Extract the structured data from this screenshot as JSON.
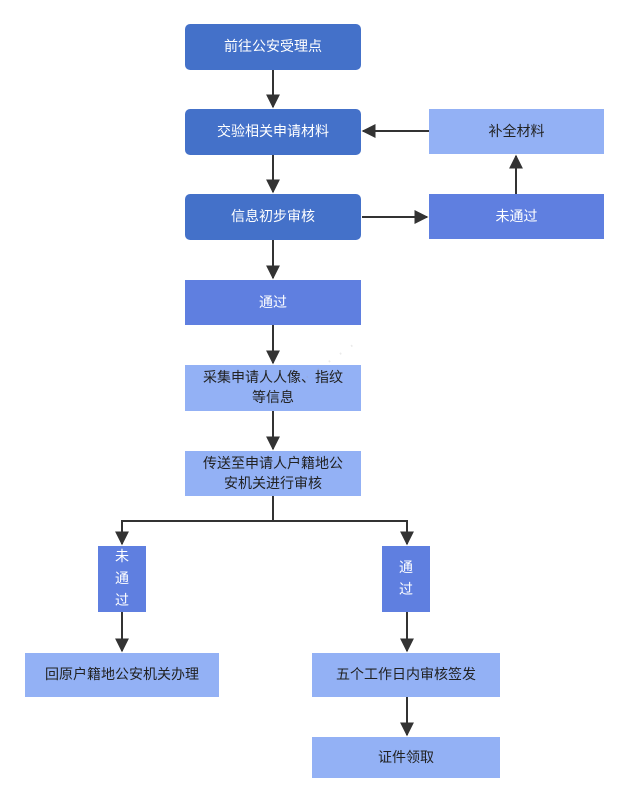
{
  "nodes": {
    "go_to_office": "前往公安受理点",
    "submit_materials": "交验相关申请材料",
    "supplement_materials": "补全材料",
    "initial_review": "信息初步审核",
    "initial_failed": "未通过",
    "initial_passed": "通过",
    "collect_biometrics": "采集申请人人像、指纹\n等信息",
    "send_to_registry": "传送至申请人户籍地公\n安机关进行审核",
    "registry_failed": "未通过",
    "registry_passed": "通过",
    "return_to_registry": "回原户籍地公安机关办理",
    "five_days_issue": "五个工作日内审核签发",
    "collect_certificate": "证件领取"
  },
  "colors": {
    "dark": "#4471C9",
    "mid": "#5F7FE0",
    "light": "#93B1F5",
    "arrow": "#333333"
  }
}
